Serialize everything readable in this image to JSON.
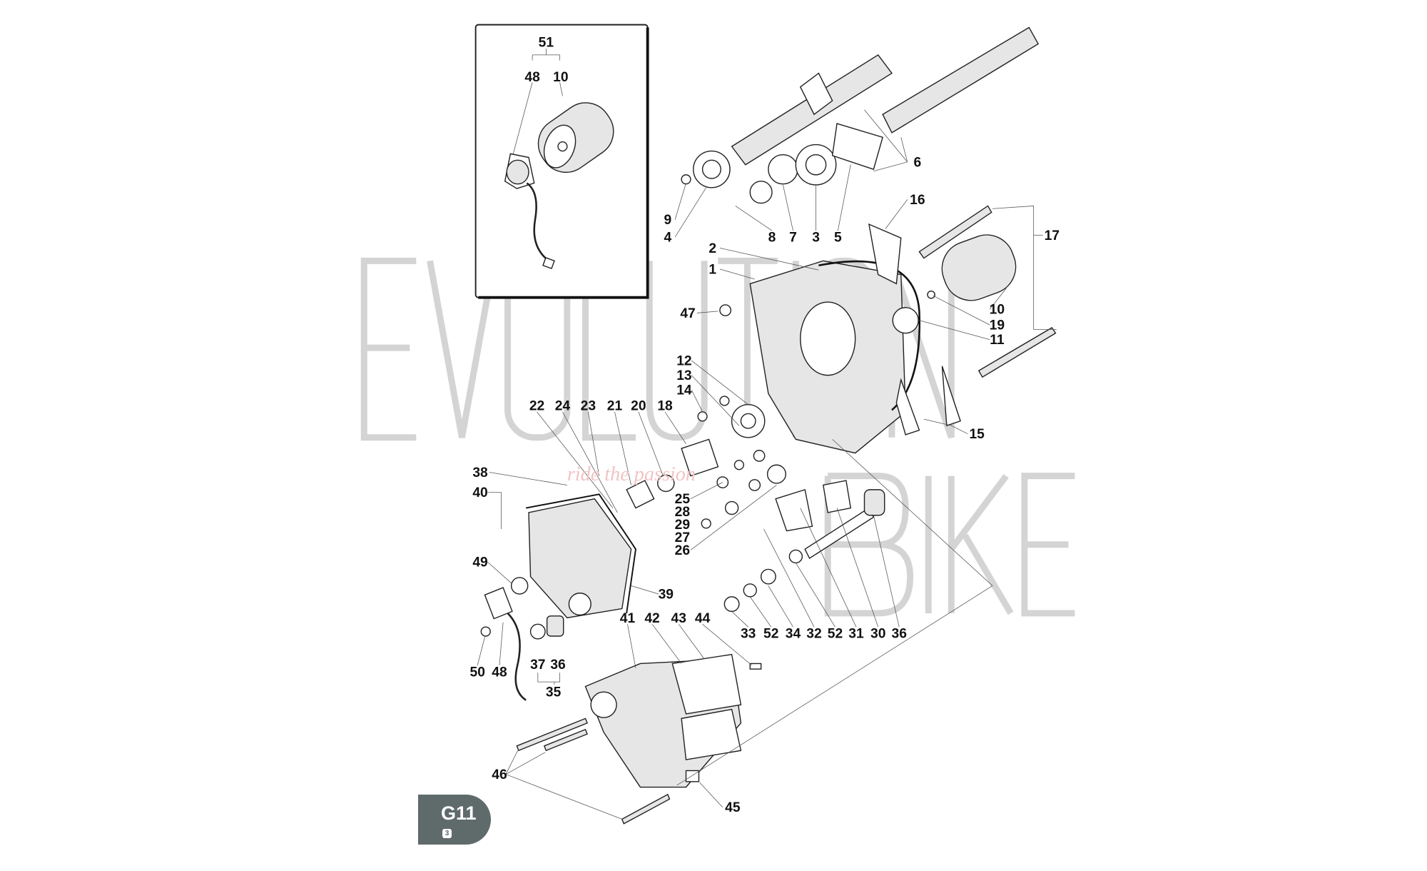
{
  "watermark": {
    "line1": "EVOLUTION",
    "line2": "BIKE",
    "tagline": "ride the passion"
  },
  "badge": {
    "code": "G11",
    "sheet": "3"
  },
  "inset": {
    "labels": [
      "51",
      "48",
      "10"
    ]
  },
  "labels": {
    "l6": "6",
    "l16": "16",
    "l17": "17",
    "l9": "9",
    "l4": "4",
    "l8": "8",
    "l7": "7",
    "l3": "3",
    "l5": "5",
    "l2": "2",
    "l1": "1",
    "l47": "47",
    "l10": "10",
    "l19": "19",
    "l11": "11",
    "l12": "12",
    "l13": "13",
    "l14": "14",
    "l15": "15",
    "l22": "22",
    "l24": "24",
    "l23": "23",
    "l21": "21",
    "l20": "20",
    "l18": "18",
    "l38": "38",
    "l40": "40",
    "l25": "25",
    "l28": "28",
    "l29": "29",
    "l27": "27",
    "l26": "26",
    "l49": "49",
    "l39": "39",
    "l41": "41",
    "l42": "42",
    "l43": "43",
    "l44": "44",
    "l33": "33",
    "l52a": "52",
    "l34": "34",
    "l32": "32",
    "l52b": "52",
    "l31": "31",
    "l30": "30",
    "l36a": "36",
    "l37": "37",
    "l36b": "36",
    "l35": "35",
    "l50": "50",
    "l48": "48",
    "l46": "46",
    "l45": "45"
  }
}
